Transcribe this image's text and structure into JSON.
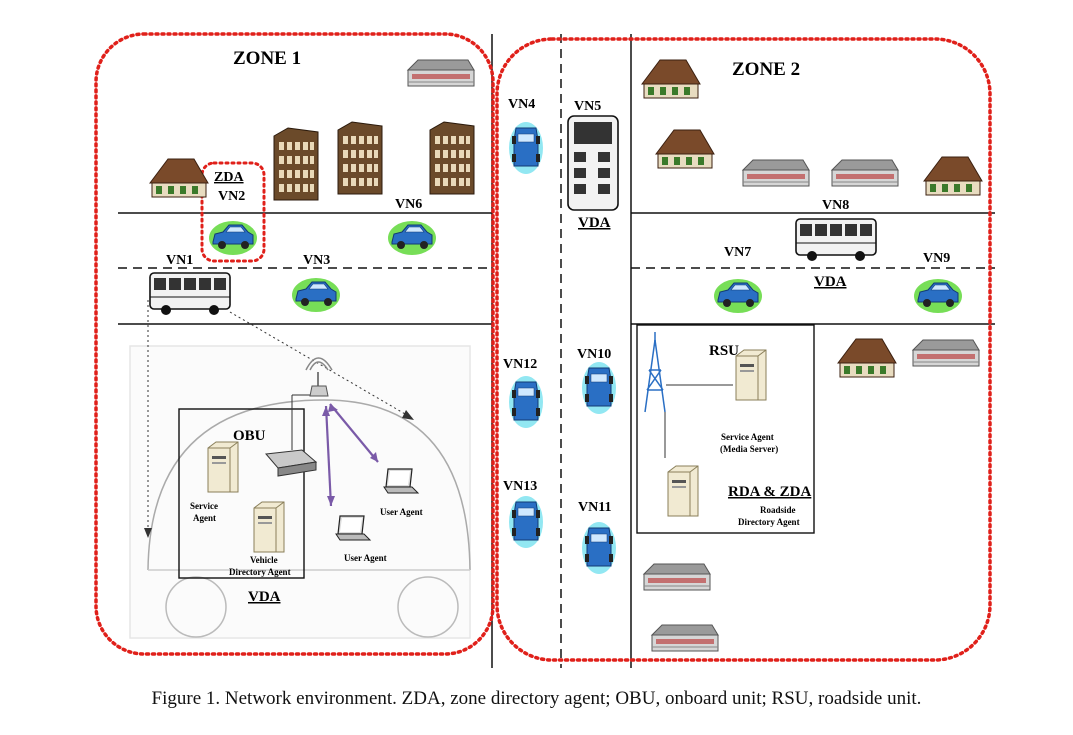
{
  "zones": {
    "zone1": "ZONE 1",
    "zone2": "ZONE 2"
  },
  "vehicles": {
    "vn1": "VN1",
    "vn2": "VN2",
    "vn3": "VN3",
    "vn4": "VN4",
    "vn5": "VN5",
    "vn6": "VN6",
    "vn7": "VN7",
    "vn8": "VN8",
    "vn9": "VN9",
    "vn10": "VN10",
    "vn11": "VN11",
    "vn12": "VN12",
    "vn13": "VN13"
  },
  "agents": {
    "zda": "ZDA",
    "vda_bus": "VDA",
    "vda_car": "VDA",
    "vda_vn8": "VDA",
    "obu": "OBU",
    "rsu": "RSU",
    "rda_zda": "RDA & ZDA",
    "service_agent_line1": "Service",
    "service_agent_line2": "Agent",
    "vehicle_da_line1": "Vehicle",
    "vehicle_da_line2": "Directory Agent",
    "user_agent_1": "User Agent",
    "user_agent_2": "User Agent",
    "media_server_line1": "Service Agent",
    "media_server_line2": "(Media Server)",
    "roadside_da_line1": "Roadside",
    "roadside_da_line2": "Directory Agent"
  },
  "caption": "Figure 1. Network environment. ZDA, zone directory agent; OBU, onboard unit; RSU, roadside unit.",
  "colors": {
    "zone_border": "#e0201a",
    "car_body": "#2a6fc4",
    "car_glow_green": "#5fd83a",
    "car_glow_cyan": "#7fe3f0",
    "link_arrow": "#7a5aa8"
  }
}
